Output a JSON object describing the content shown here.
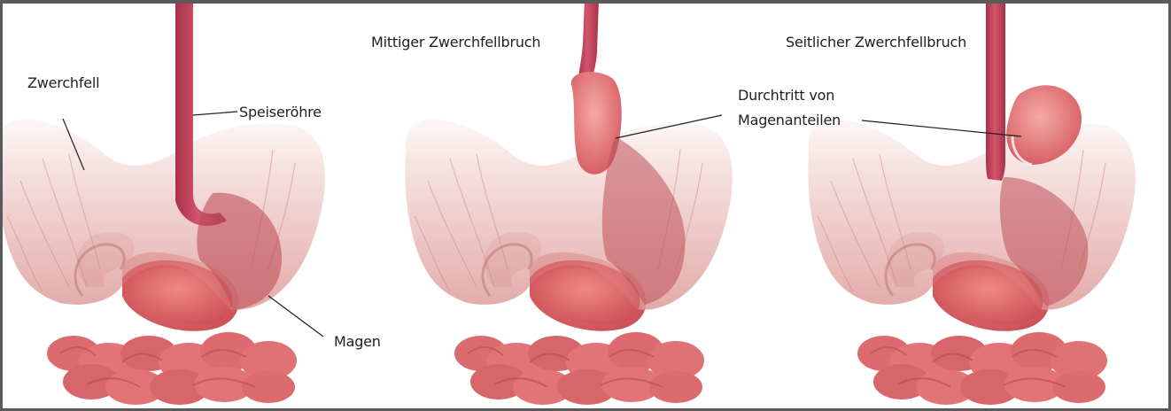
{
  "labels": {
    "zwerchfell": "Zwerchfell",
    "speiseroehre": "Speiseröhre",
    "magen": "Magen",
    "mittiger": "Mittiger Zwerchfellbruch",
    "seitlicher": "Seitlicher Zwerchfellbruch",
    "durchtritt_1": "Durchtritt von",
    "durchtritt_2": "Magenanteilen"
  },
  "colors": {
    "esophagus": "#c8485e",
    "diaphragm": "#e8b8b6",
    "stomach": "#e06a6a",
    "intestine": "#e06f72"
  }
}
